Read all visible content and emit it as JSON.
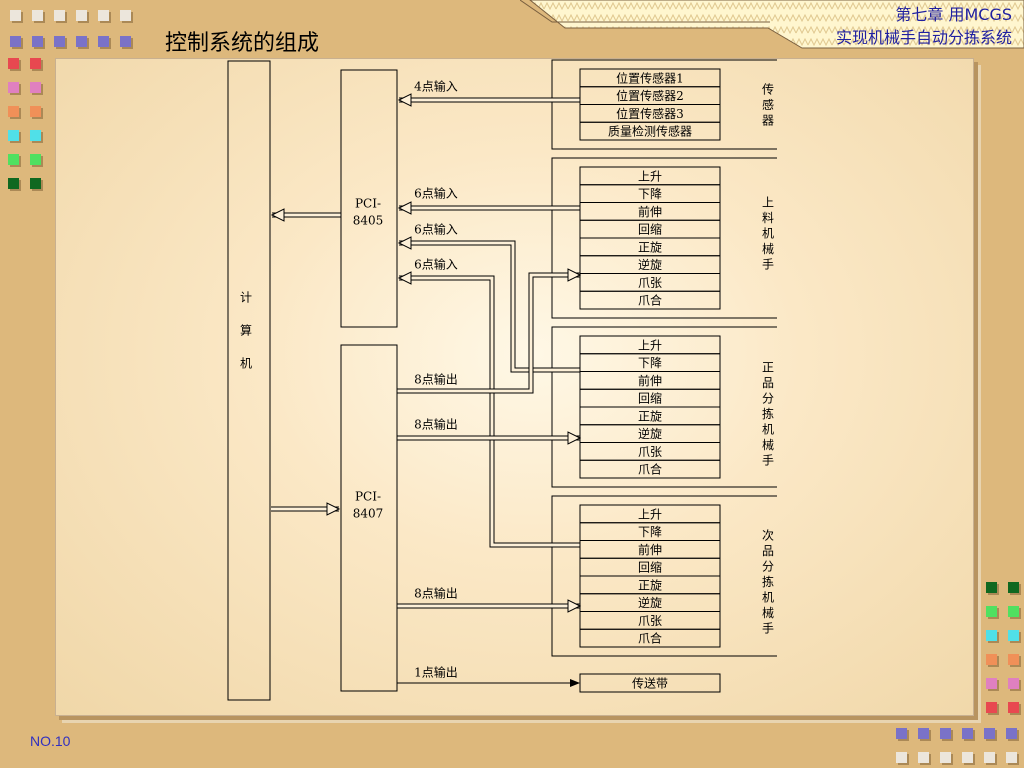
{
  "slide": {
    "title": "控制系统的组成",
    "chapter_line1": "第七章 用MCGS",
    "chapter_line2": "实现机械手自动分拣系统",
    "page_number": "NO.10"
  },
  "diagram": {
    "computer_label": "计 算 机",
    "card1_label": "PCI-8405",
    "card2_label": "PCI-8407",
    "sensor_group": {
      "title": "传感器",
      "items": [
        "位置传感器1",
        "位置传感器2",
        "位置传感器3",
        "质量检测传感器"
      ]
    },
    "actuator_items": [
      "上升",
      "下降",
      "前伸",
      "回缩",
      "正旋",
      "逆旋",
      "爪张",
      "爪合"
    ],
    "group_titles": [
      "上料机械手",
      "正品分拣机械手",
      "次品分拣机械手"
    ],
    "conveyor_label": "传送带",
    "signal_labels": [
      "4点输入",
      "6点输入",
      "6点输入",
      "6点输入",
      "8点输出",
      "8点输出",
      "8点输出",
      "1点输出"
    ]
  }
}
